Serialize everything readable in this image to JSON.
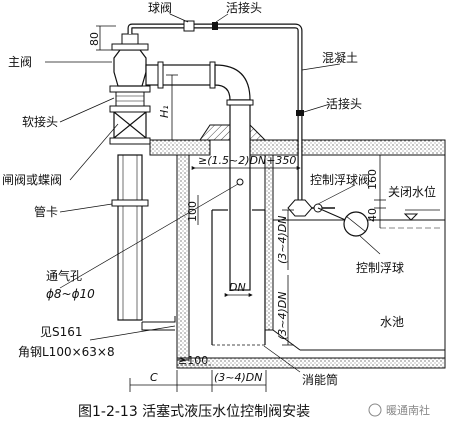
{
  "labels": {
    "ball_valve": "球阀",
    "union_top": "活接头",
    "main_valve": "主阀",
    "concrete": "混凝土",
    "union_right": "活接头",
    "flex_joint": "软接头",
    "gate_or_butterfly": "闸阀或蝶阀",
    "pipe_clamp": "管卡",
    "ctrl_float_valve": "控制浮球阀",
    "close_water_level": "关闭水位",
    "ctrl_float": "控制浮球",
    "vent_hole": "通气孔",
    "vent_hole_size": "ϕ8~ϕ10",
    "see_s161": "见S161",
    "angle_steel": "角钢L100×63×8",
    "pool": "水池",
    "energy_cylinder": "消能筒"
  },
  "dims": {
    "d80": "80",
    "h1": "H₁",
    "spacing": "≥(1.5~2)DN+350",
    "d160": "160",
    "d40": "40",
    "d100_left": "100",
    "v34dn_top": "(3~4)DN",
    "v34dn_bottom": "(3~4)DN",
    "dn": "DN",
    "ge100": "≥100",
    "c": "C",
    "h34dn": "(3~4)DN"
  },
  "caption": {
    "figure": "图1-2-13  活塞式液压水位控制阀安装",
    "watermark": "暖通南社"
  }
}
